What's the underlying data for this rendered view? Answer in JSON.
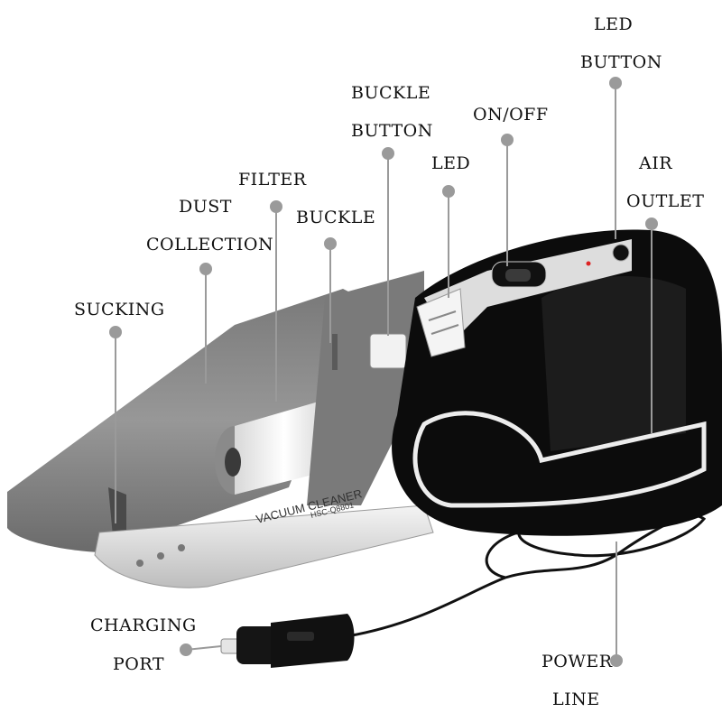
{
  "callouts": {
    "led_button": [
      "LED",
      "BUTTON"
    ],
    "buckle_button": [
      "BUCKLE",
      "BUTTON"
    ],
    "on_off": "ON/OFF",
    "led": "LED",
    "air_outlet": [
      "AIR",
      "OUTLET"
    ],
    "filter": "FILTER",
    "dust_collection": [
      "DUST",
      "COLLECTION"
    ],
    "buckle": "BUCKLE",
    "sucking": "SUCKING",
    "charging_port": [
      "CHARGING",
      "PORT"
    ],
    "power_line": [
      "POWER",
      "LINE"
    ]
  },
  "product_print": {
    "name": "VACUUM CLEANER",
    "model": "HSC-Q8801"
  },
  "colors": {
    "label_text": "#111111",
    "leader_dot": "#9a9a9a",
    "leader_line": "#9a9a9a",
    "body_black": "#0c0c0c",
    "silver": "#dcdcdc"
  }
}
